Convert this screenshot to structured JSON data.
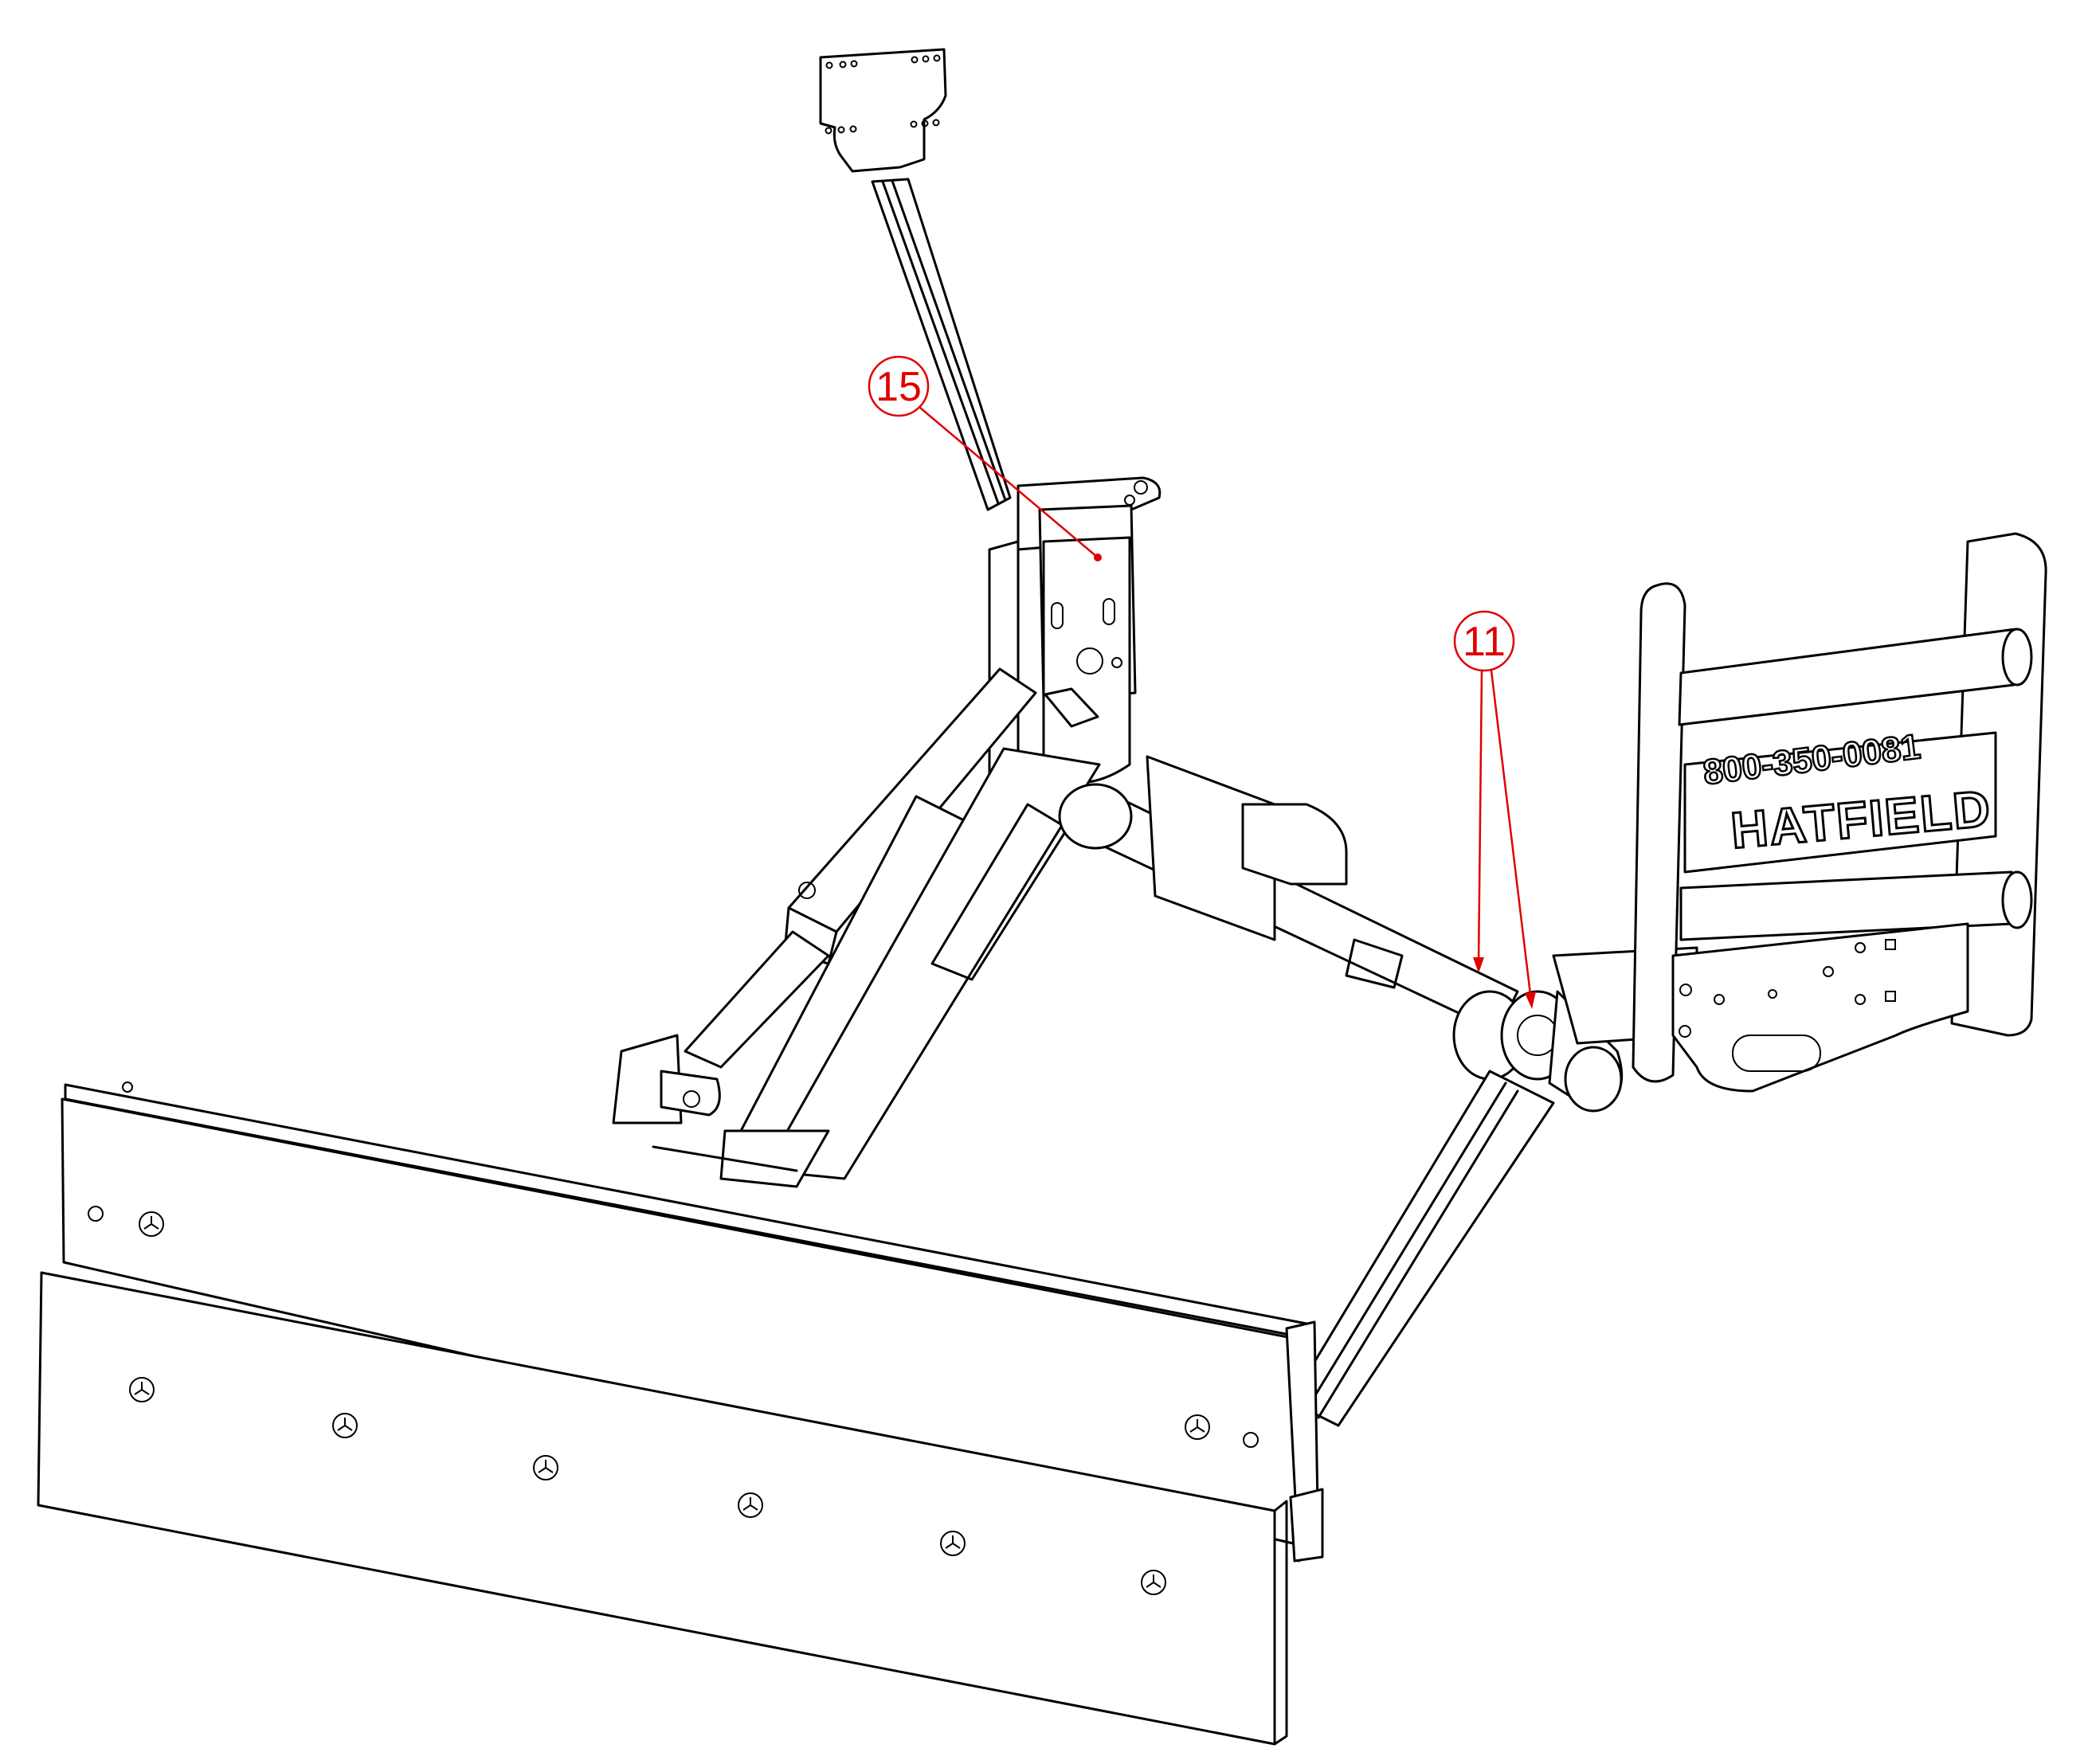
{
  "callouts": [
    {
      "label": "15",
      "color": "#e00000"
    },
    {
      "label": "11",
      "color": "#e00000"
    }
  ],
  "brand_text": "HATFIELD",
  "phone_text": "800-350-0081"
}
